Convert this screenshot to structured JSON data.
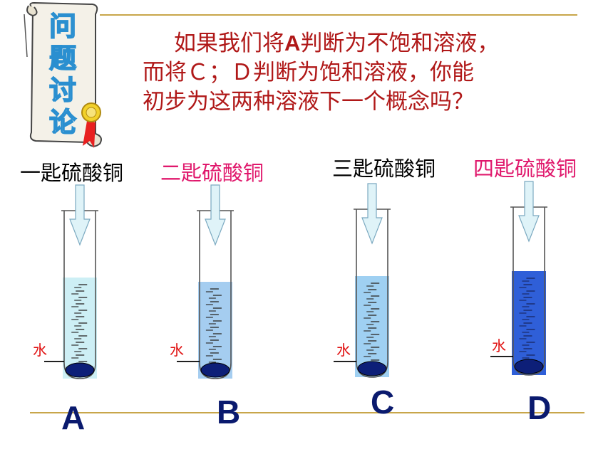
{
  "scroll": {
    "label": "问题讨论"
  },
  "question": {
    "line1_prefix": "如果我们将",
    "line1_bold": "A",
    "line1_suffix": "判断为不饱和溶液，",
    "line2": "而将Ｃ；Ｄ判断为饱和溶液，你能",
    "line3": "初步为这两种溶液下一个概念吗？"
  },
  "tubes": [
    {
      "scoop_label": "一匙硫酸铜",
      "scoop_color": "#000000",
      "water_label": "水",
      "letter": "A",
      "liquid_color": "#cdeff5",
      "dash_color": "#333333"
    },
    {
      "scoop_label": "二匙硫酸铜",
      "scoop_color": "#e0186c",
      "water_label": "水",
      "letter": "B",
      "liquid_color": "#a5cdf0",
      "dash_color": "#333333"
    },
    {
      "scoop_label": "三匙硫酸铜",
      "scoop_color": "#000000",
      "water_label": "水",
      "letter": "C",
      "liquid_color": "#9fd0f2",
      "dash_color": "#333333"
    },
    {
      "scoop_label": "四匙硫酸铜",
      "scoop_color": "#e0186c",
      "water_label": "水",
      "letter": "D",
      "liquid_color": "#2f5fd8",
      "dash_color": "#1a2a6a"
    }
  ],
  "colors": {
    "question_text": "#b01818",
    "letter": "#0a1a6e",
    "water_label": "#e01010",
    "rule": "#c8a64a",
    "crystal": "#0d1f78"
  }
}
